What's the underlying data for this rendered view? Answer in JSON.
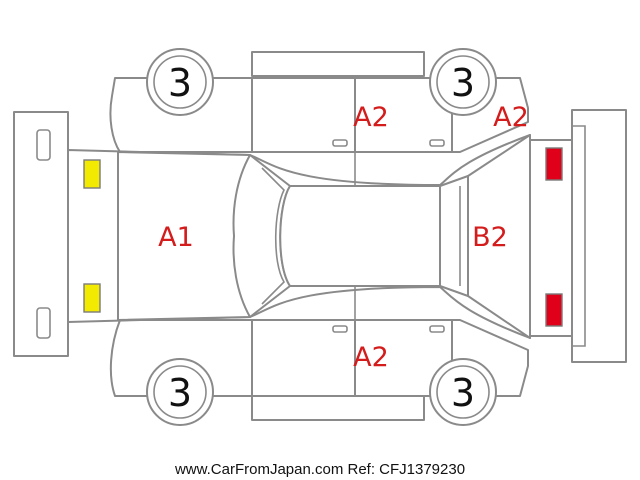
{
  "diagram": {
    "type": "vehicle-condition-map",
    "colors": {
      "outline": "#8a8a8a",
      "damage_code": "#d41c1c",
      "front_lamp": "#f2ea00",
      "rear_lamp": "#e0001a",
      "wheel_number": "#111111"
    },
    "codes": {
      "hood": "A1",
      "side_top_doors": "A2",
      "top_rear_quarter": "A2",
      "rear_window": "B2",
      "side_bottom_doors": "A2"
    },
    "wheels": {
      "front_top": "3",
      "rear_top": "3",
      "front_bottom": "3",
      "rear_bottom": "3"
    }
  },
  "footer": {
    "credit": "www.CarFromJapan.com Ref: CFJ1379230"
  }
}
